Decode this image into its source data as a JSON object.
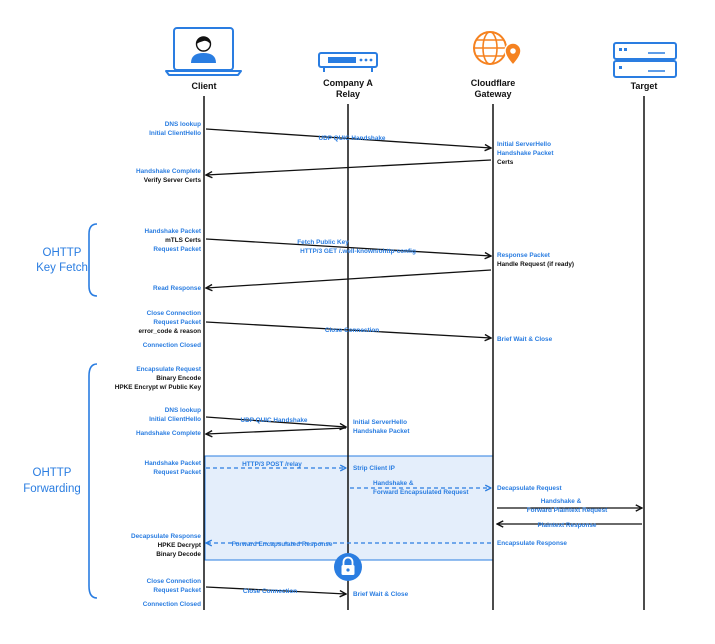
{
  "colors": {
    "accent": "#2a7de1",
    "ink": "#111111",
    "fill": "#e4eefb",
    "brand_orange": "#f58220"
  },
  "participants": {
    "client": "Client",
    "relay_line1": "Company A",
    "relay_line2": "Relay",
    "gateway_line1": "Cloudflare",
    "gateway_line2": "Gateway",
    "target": "Target"
  },
  "icons": {
    "client": "laptop-person-icon",
    "relay": "server-box-icon",
    "gateway": "globe-location-pin-icon",
    "target": "server-rack-icon",
    "lock": "lock-icon"
  },
  "sections": {
    "key_fetch_line1": "OHTTP",
    "key_fetch_line2": "Key Fetch",
    "forwarding_line1": "OHTTP",
    "forwarding_line2": "Forwarding"
  },
  "notes": {
    "dns1_a": "DNS lookup",
    "dns1_b": "Initial ClientHello",
    "gw_hs_a": "Initial ServerHello",
    "gw_hs_b": "Handshake Packet",
    "gw_hs_c": "Certs",
    "hs_complete": "Handshake Complete",
    "verify": "Verify Server Certs",
    "kf_a": "Handshake Packet",
    "kf_b": "mTLS Certs",
    "kf_c": "Request Packet",
    "resp_pkt": "Response Packet",
    "handle_req": "Handle Request (if ready)",
    "read_resp": "Read Response",
    "cc_a": "Close Connection",
    "cc_b": "Request Packet",
    "cc_c": "error_code & reason",
    "conn_closed": "Connection Closed",
    "brief_wait": "Brief Wait & Close",
    "encap_a": "Encapsulate Request",
    "encap_b": "Binary Encode",
    "encap_c": "HPKE Encrypt w/ Public Key",
    "dns2_a": "DNS lookup",
    "dns2_b": "Initial ClientHello",
    "relay_hs_a": "Initial ServerHello",
    "relay_hs_b": "Handshake Packet",
    "hs_complete2": "Handshake Complete",
    "fw_a": "Handshake Packet",
    "fw_b": "Request Packet",
    "strip_ip": "Strip Client IP",
    "decap_req": "Decapsulate Request",
    "encap_resp": "Encapsulate Response",
    "dresp_a": "Decapsulate Response",
    "dresp_b": "HPKE Decrypt",
    "dresp_c": "Binary Decode",
    "cc2_a": "Close Connection",
    "cc2_b": "Request Packet",
    "conn_closed2": "Connection Closed",
    "brief_wait2": "Brief Wait & Close"
  },
  "messages": {
    "udp_quic_1": "UDP QUIC Handshake",
    "fetch_key_a": "Fetch Public Key",
    "fetch_key_b": "HTTP/3 GET /.well-known/ohttp-config",
    "close_conn_1": "Close Connection",
    "udp_quic_2": "UDP QUIC Handshake",
    "http3_post": "HTTP/3 POST /relay",
    "relay_fwd_a": "Handshake &",
    "relay_fwd_b": "Forward Encapsulated Request",
    "gw_fwd_a": "Handshake &",
    "gw_fwd_b": "Forward Plaintext Request",
    "plaintext_resp": "Plaintext Response",
    "fwd_encap_resp": "Forward Encapsulated Response",
    "close_conn_2": "Close Connection"
  }
}
